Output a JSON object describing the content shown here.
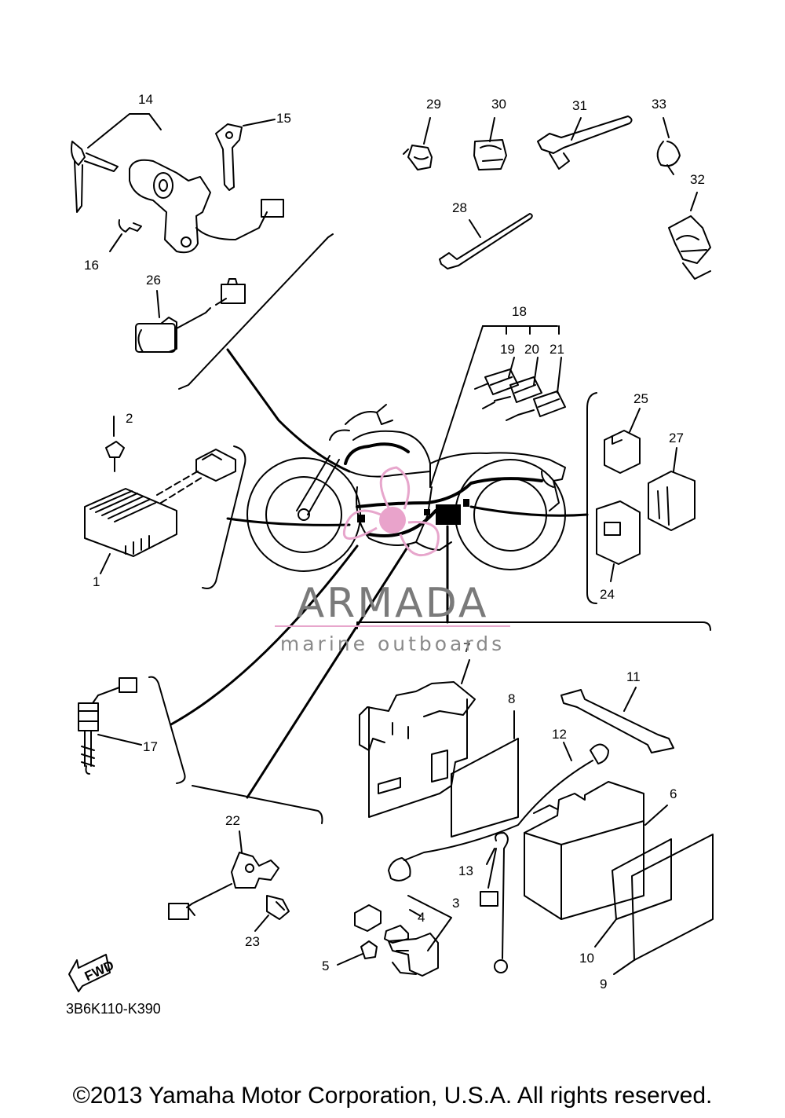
{
  "diagram": {
    "callouts": {
      "p1": "1",
      "p2": "2",
      "p3": "3",
      "p4": "4",
      "p5": "5",
      "p6": "6",
      "p7": "7",
      "p8": "8",
      "p9": "9",
      "p10": "10",
      "p11": "11",
      "p12": "12",
      "p13": "13",
      "p14": "14",
      "p15": "15",
      "p16": "16",
      "p17": "17",
      "p18": "18",
      "p19": "19",
      "p20": "20",
      "p21": "21",
      "p22": "22",
      "p23": "23",
      "p24": "24",
      "p25": "25",
      "p26": "26",
      "p27": "27",
      "p28": "28",
      "p29": "29",
      "p30": "30",
      "p31": "31",
      "p32": "32",
      "p33": "33"
    },
    "fwd_label": "FWD",
    "part_code": "3B6K110-K390"
  },
  "watermark": {
    "title": "ARMADA",
    "subtitle": "marine outboards",
    "accent_color": "#e7a6cc"
  },
  "footer": {
    "copyright": "©2013 Yamaha Motor Corporation, U.S.A. All rights reserved."
  }
}
